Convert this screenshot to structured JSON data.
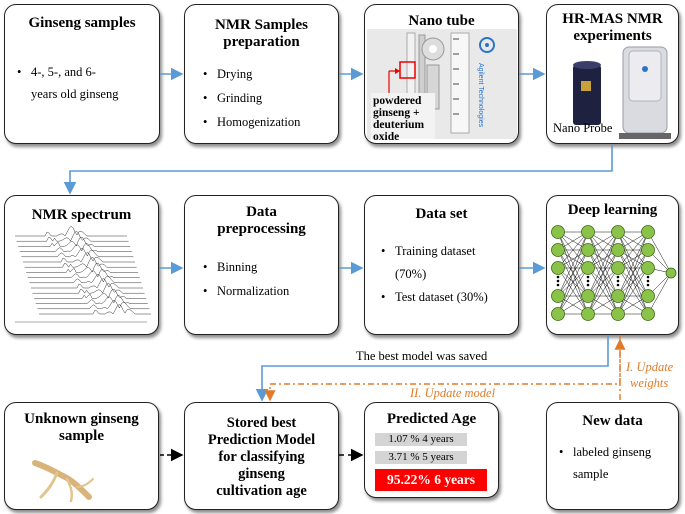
{
  "boxes": {
    "ginseng_samples": {
      "title": "Ginseng samples",
      "bullets": [
        "4-, 5-, and 6-",
        "years old ginseng"
      ]
    },
    "nmr_prep": {
      "title_l1": "NMR Samples",
      "title_l2": "preparation",
      "bullets": [
        "Drying",
        "Grinding",
        "Homogenization"
      ]
    },
    "nano_tube": {
      "title": "Nano tube",
      "caption": [
        "powdered",
        "ginseng +",
        "deuterium",
        "oxide"
      ],
      "brand": "Agilent Technologies"
    },
    "hrmas": {
      "title_l1": "HR-MAS NMR",
      "title_l2": "experiments",
      "caption": "Nano Probe"
    },
    "nmr_spectrum": {
      "title": "NMR spectrum"
    },
    "data_pre": {
      "title_l1": "Data",
      "title_l2": "preprocessing",
      "bullets": [
        "Binning",
        "Normalization"
      ]
    },
    "data_set": {
      "title": "Data set",
      "bullets": [
        "Training dataset",
        "(70%)",
        "Test dataset (30%)"
      ]
    },
    "deep_learning": {
      "title": "Deep learning"
    },
    "unknown": {
      "title_l1": "Unknown ginseng",
      "title_l2": "sample"
    },
    "stored": {
      "lines": [
        "Stored best",
        "Prediction Model",
        "for classifying",
        "ginseng",
        "cultivation age"
      ]
    },
    "predicted": {
      "title": "Predicted Age",
      "rows": [
        "1.07 % 4 years",
        "3.71 % 5 years"
      ],
      "highlight": "95.22% 6 years"
    },
    "new_data": {
      "title": "New data",
      "bullets": [
        "labeled ginseng",
        "sample"
      ]
    }
  },
  "annotations": {
    "best_saved": "The best model was saved",
    "update_model": "II. Update model",
    "update_weights_l1": "I. Update",
    "update_weights_l2": "weights"
  },
  "colors": {
    "arrow_blue": "#5b9bd5",
    "orange": "#e07b2a",
    "node_green": "#8bc34a",
    "red": "#ff0000"
  }
}
